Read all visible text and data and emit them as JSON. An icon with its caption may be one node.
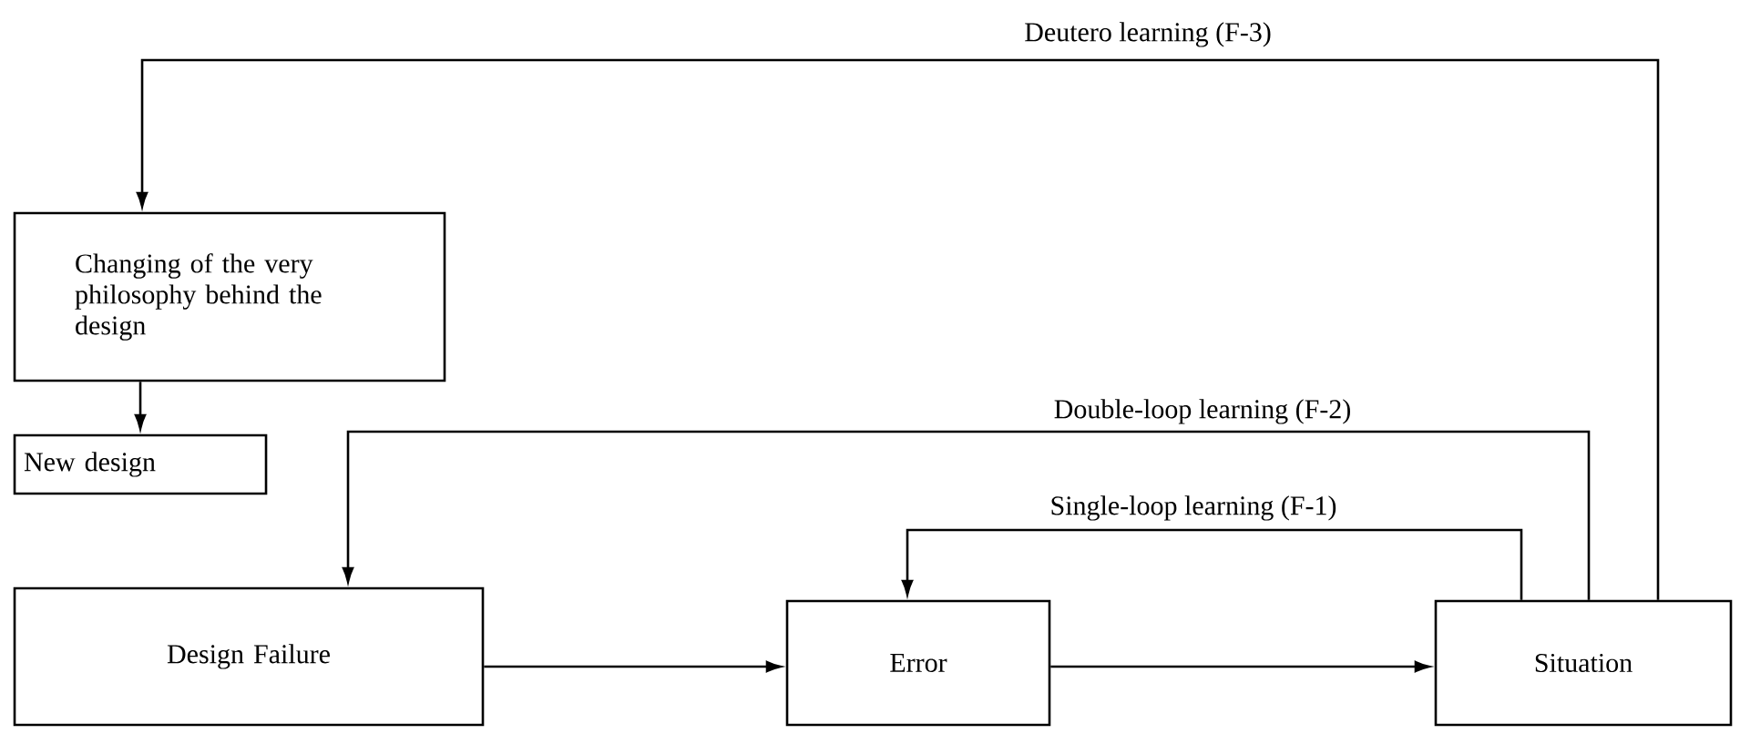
{
  "diagram": {
    "nodes": [
      {
        "text": [
          "Changing of the very philosophy behind the design"
        ]
      },
      {
        "text": [
          "New design"
        ]
      },
      {
        "text": [
          "Design Failure"
        ]
      },
      {
        "text": [
          "Error"
        ]
      },
      {
        "text": [
          "Situation"
        ]
      }
    ],
    "edges": [
      {
        "from": 0,
        "to": 1,
        "arrow": "to"
      },
      {
        "from": 2,
        "to": 3,
        "arrow": "to"
      },
      {
        "from": 3,
        "to": 4,
        "arrow": "to"
      },
      {
        "from": 4,
        "to": 3,
        "arrow": "to",
        "label": "Single-loop learning (F-1)"
      },
      {
        "from": 4,
        "to": 2,
        "arrow": "to",
        "label": "Double-loop learning (F-2)"
      },
      {
        "from": 4,
        "to": 0,
        "arrow": "to",
        "label": "Deutero learning (F-3)"
      }
    ]
  }
}
